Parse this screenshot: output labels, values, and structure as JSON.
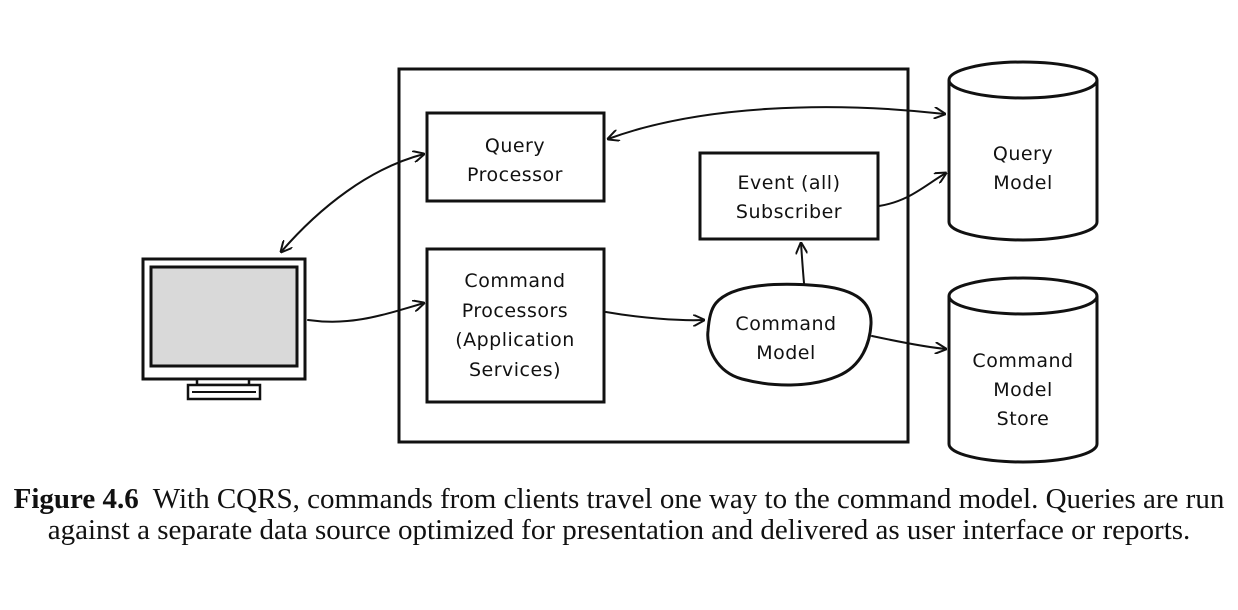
{
  "diagram": {
    "query_processor": [
      "Query",
      "Processor"
    ],
    "event_subscriber": [
      "Event (all)",
      "Subscriber"
    ],
    "command_processors": [
      "Command",
      "Processors",
      "(Application",
      "Services)"
    ],
    "command_model": [
      "Command",
      "Model"
    ],
    "query_model_store": [
      "Query",
      "Model"
    ],
    "command_model_store": [
      "Command",
      "Model",
      "Store"
    ]
  },
  "caption": {
    "label": "Figure 4.6",
    "text": "With CQRS, commands from clients travel one way to the command model. Queries are run against a separate data source optimized for presentation and delivered as user interface or reports."
  },
  "colors": {
    "line": "#111111",
    "screen_fill": "#d9d9d9",
    "background": "#ffffff"
  }
}
